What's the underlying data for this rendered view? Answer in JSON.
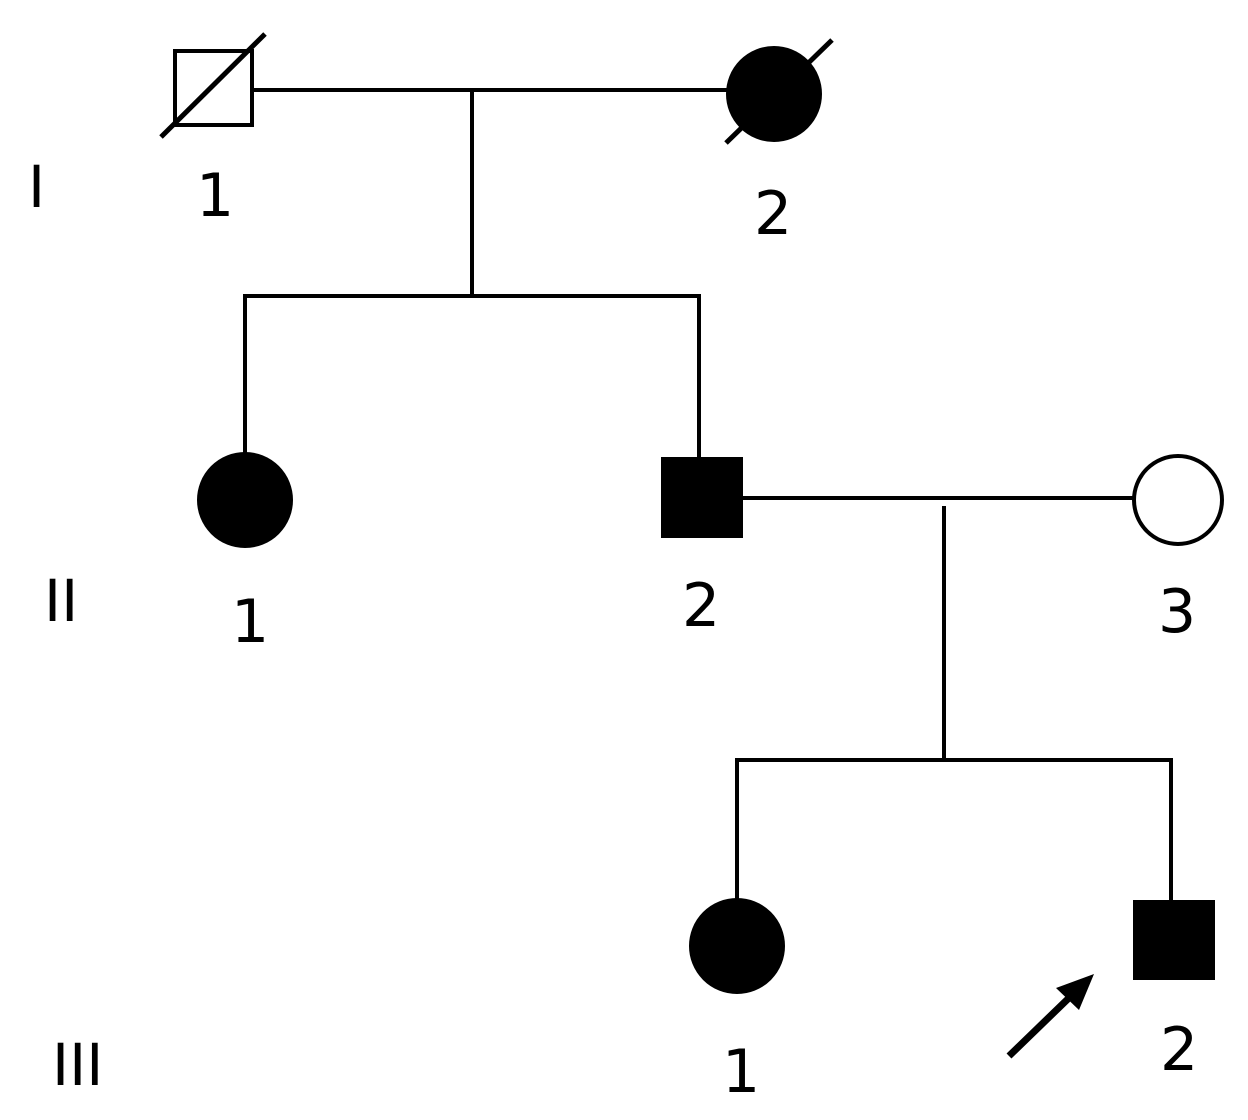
{
  "generations": [
    {
      "label": "I"
    },
    {
      "label": "II"
    },
    {
      "label": "III"
    }
  ],
  "individuals": {
    "I-1": {
      "number": "1",
      "sex": "male",
      "affected": false,
      "deceased": true,
      "proband": false
    },
    "I-2": {
      "number": "2",
      "sex": "female",
      "affected": true,
      "deceased": true,
      "proband": false
    },
    "II-1": {
      "number": "1",
      "sex": "female",
      "affected": true,
      "deceased": false,
      "proband": false
    },
    "II-2": {
      "number": "2",
      "sex": "male",
      "affected": true,
      "deceased": false,
      "proband": false
    },
    "II-3": {
      "number": "3",
      "sex": "female",
      "affected": false,
      "deceased": false,
      "proband": false
    },
    "III-1": {
      "number": "1",
      "sex": "female",
      "affected": true,
      "deceased": false,
      "proband": false
    },
    "III-2": {
      "number": "2",
      "sex": "male",
      "affected": true,
      "deceased": false,
      "proband": true
    }
  },
  "colors": {
    "stroke": "#000000",
    "affected_fill": "#000000",
    "unaffected_fill": "#ffffff"
  }
}
